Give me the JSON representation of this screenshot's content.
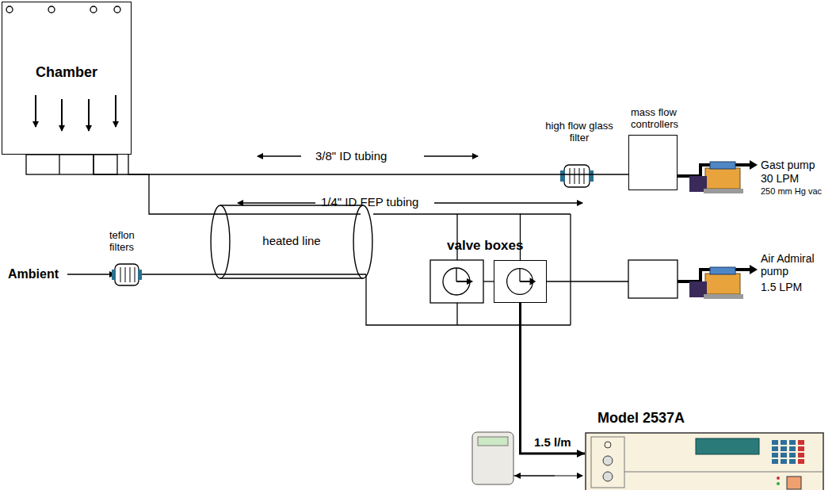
{
  "diagram": {
    "nodes": [
      {
        "text": [
          "Chamber"
        ]
      },
      {
        "text": [
          "mass flow controllers"
        ]
      },
      {
        "text": [
          "heated line"
        ]
      },
      {
        "text": [
          "valve boxes"
        ]
      },
      {
        "text": [
          "Model 2537A"
        ]
      }
    ],
    "edges": [
      {
        "from": 0,
        "to": 1,
        "arrow": "none"
      },
      {
        "from": 0,
        "to": 2,
        "arrow": "none"
      },
      {
        "from": 2,
        "to": 3,
        "arrow": "none"
      },
      {
        "from": 3,
        "to": 4,
        "label": "1.5 l/m",
        "arrow": "to"
      }
    ],
    "labels": [
      "Ambient",
      "teflon filters",
      "3/8\" ID tubing",
      "1/4\" ID FEP tubing",
      "high flow glass filter",
      "Gast pump",
      "30 LPM",
      "250 mm Hg vac",
      "Air Admiral pump",
      "1.5 LPM"
    ]
  }
}
